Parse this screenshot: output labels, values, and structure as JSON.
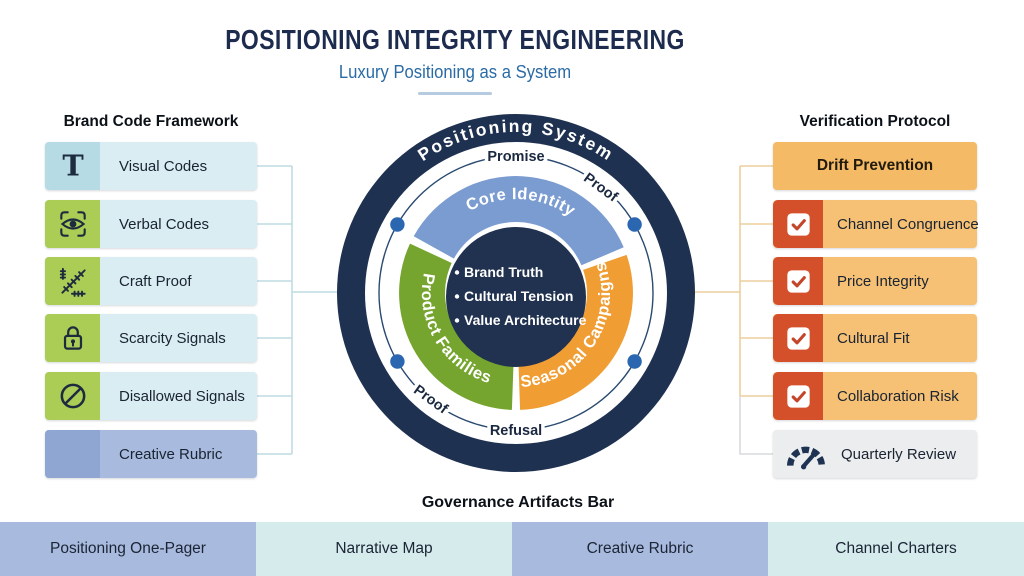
{
  "header": {
    "title": "POSITIONING INTEGRITY ENGINEERING",
    "subtitle": "Luxury Positioning as a System"
  },
  "left_panel": {
    "title": "Brand Code Framework",
    "items": [
      {
        "label": "Visual Codes",
        "icon": "serif-t-icon",
        "glyph": "T",
        "row_color": "#d9edf2",
        "tile_color": "#b6dbe5"
      },
      {
        "label": "Verbal Codes",
        "icon": "eye-scan-icon",
        "row_color": "#d9edf2",
        "tile_color": "#abcc55"
      },
      {
        "label": "Craft Proof",
        "icon": "stitch-icon",
        "row_color": "#d9edf2",
        "tile_color": "#abcc55"
      },
      {
        "label": "Scarcity Signals",
        "icon": "lock-icon",
        "row_color": "#d9edf2",
        "tile_color": "#abcc55"
      },
      {
        "label": "Disallowed Signals",
        "icon": "no-entry-icon",
        "row_color": "#d9edf2",
        "tile_color": "#abcc55"
      },
      {
        "label": "Creative Rubric",
        "icon": "none",
        "row_color": "#a8bbdf",
        "tile_color": "#90a6d2"
      }
    ]
  },
  "right_panel": {
    "title": "Verification Protocol",
    "items": [
      {
        "label": "Drift Prevention",
        "icon": "none",
        "row_color": "#f4ba66"
      },
      {
        "label": "Channel Congruence",
        "icon": "checkbox-icon",
        "row_color": "#f6c175",
        "tile_color": "#d4502b"
      },
      {
        "label": "Price Integrity",
        "icon": "checkbox-icon",
        "row_color": "#f6c175",
        "tile_color": "#d4502b"
      },
      {
        "label": "Cultural Fit",
        "icon": "checkbox-icon",
        "row_color": "#f6c175",
        "tile_color": "#d4502b"
      },
      {
        "label": "Collaboration Risk",
        "icon": "checkbox-icon",
        "row_color": "#f6c175",
        "tile_color": "#d4502b"
      },
      {
        "label": "Quarterly Review",
        "icon": "gauge-icon",
        "row_color": "#ebedee"
      }
    ]
  },
  "wheel": {
    "ring_title": "Positioning System",
    "markers": {
      "top": "Promise",
      "upper_right": "Proof",
      "lower_left": "Proof",
      "bottom": "Refusal"
    },
    "segments": [
      {
        "label": "Core Identity",
        "color": "#7b9cd1"
      },
      {
        "label": "Product Families",
        "color": "#76a52f"
      },
      {
        "label": "Seasonal Campaigns",
        "color": "#f09d33"
      }
    ],
    "hub_items": [
      "Brand Truth",
      "Cultural Tension",
      "Value Architecture"
    ],
    "colors": {
      "ring": "#1f3150",
      "hub": "#203250",
      "orbit": "#2a4a70",
      "node": "#2b67b0"
    }
  },
  "footer": {
    "title": "Governance Artifacts Bar",
    "segments": [
      {
        "label": "Positioning One-Pager",
        "color": "#a8badd"
      },
      {
        "label": "Narrative Map",
        "color": "#d5ebec"
      },
      {
        "label": "Creative Rubric",
        "color": "#a8badd"
      },
      {
        "label": "Channel Charters",
        "color": "#d5ebec"
      }
    ]
  },
  "colors": {
    "title": "#1d2c4e",
    "subtitle": "#2a6ba5",
    "underline": "#b6cbdf",
    "left_connector": "#bfdce2",
    "right_connector": "#eccf9e",
    "gray_connector": "#d8dadb",
    "check": "#c4452a",
    "gauge": "#1e3252",
    "icon_ink": "#1d2b3f"
  }
}
